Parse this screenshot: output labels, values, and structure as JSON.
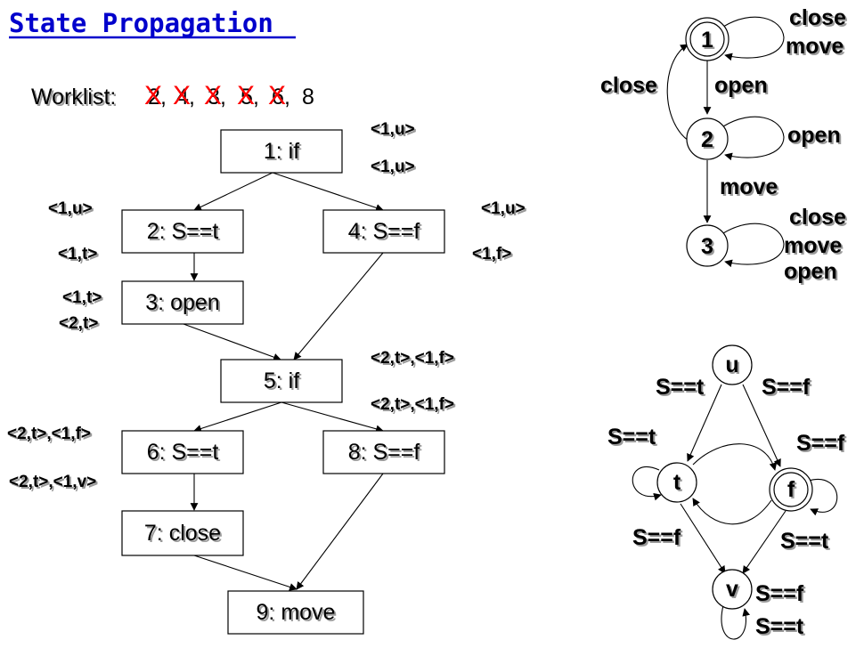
{
  "title": "State Propagation",
  "worklist": {
    "label": "Worklist:",
    "items": [
      "2",
      "4",
      "3",
      "5",
      "6",
      "8"
    ],
    "crossed": [
      "X",
      "X",
      "X",
      "X",
      "X"
    ]
  },
  "cfg": {
    "nodes": {
      "n1": "1: if",
      "n2": "2: S==t",
      "n3": "3: open",
      "n4": "4: S==f",
      "n5": "5: if",
      "n6": "6: S==t",
      "n7": "7: close",
      "n8": "8: S==f",
      "n9": "9: move"
    },
    "facts": {
      "n1_in": "<1,u>",
      "n1_out": "<1,u>",
      "n2_in": "<1,u>",
      "n2_out": "<1,t>",
      "n4_in": "<1,u>",
      "n4_out": "<1,f>",
      "n3_in": "<1,t>",
      "n3_out": "<2,t>",
      "n5_in": "<2,t>,<1,f>",
      "n5_out": "<2,t>,<1,f>",
      "n6_in": "<2,t>,<1,f>",
      "n6_out": "<2,t>,<1,v>"
    }
  },
  "state_machine": {
    "states": [
      "1",
      "2",
      "3"
    ],
    "labels": {
      "self1_close": "close",
      "self1_move": "move",
      "e12_open": "open",
      "e21_close": "close",
      "self2_open": "open",
      "e23_move": "move",
      "self3_close": "close",
      "self3_move": "move",
      "self3_open": "open"
    }
  },
  "value_lattice": {
    "states": [
      "u",
      "t",
      "f",
      "v"
    ],
    "labels": {
      "ut": "S==t",
      "uf": "S==f",
      "self_t": "S==t",
      "self_f": "S==f",
      "tv": "S==f",
      "fv": "S==t",
      "self_v1": "S==f",
      "self_v2": "S==t"
    }
  }
}
